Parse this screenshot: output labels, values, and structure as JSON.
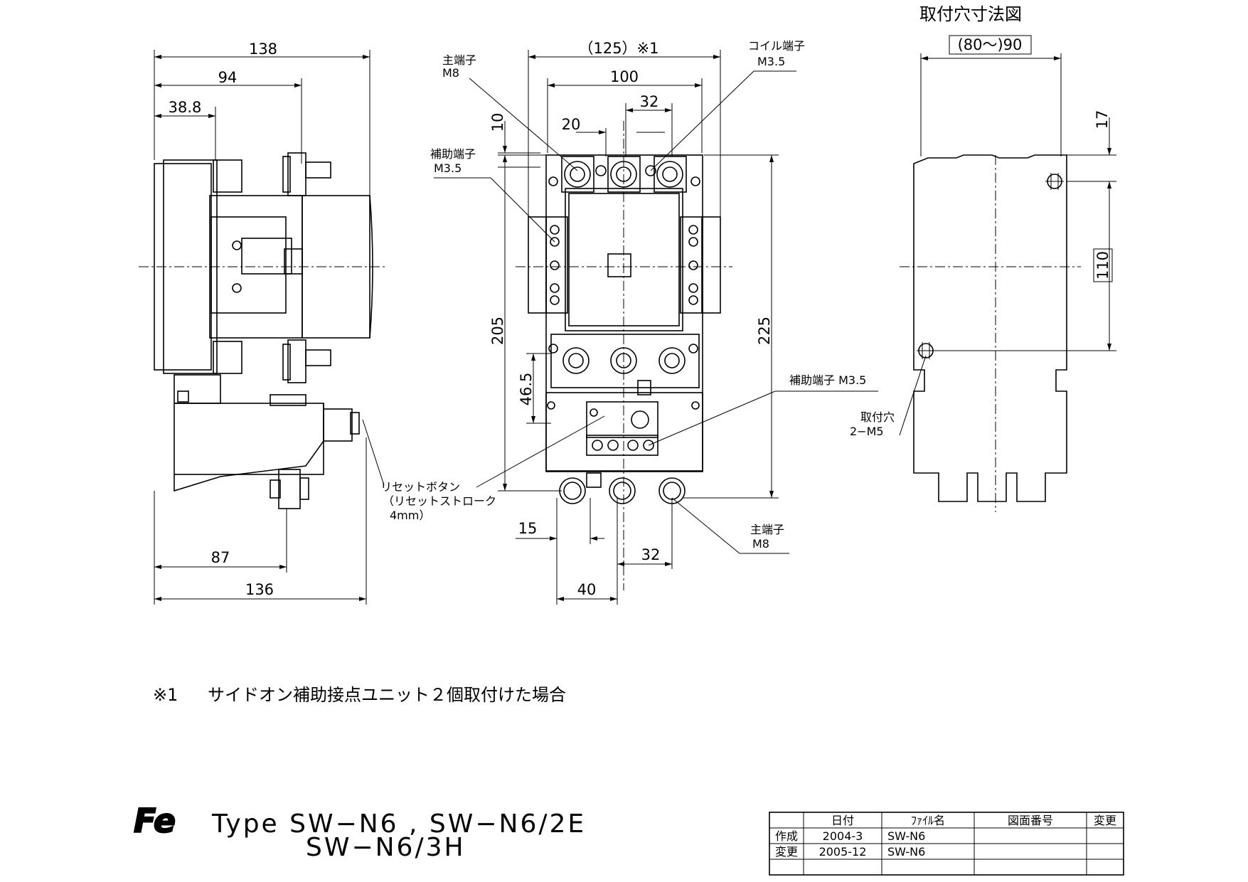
{
  "side_view": {
    "dims": {
      "overall_top": "138",
      "top_mid": "94",
      "top_left": "38.8",
      "bottom_mid": "87",
      "bottom_overall": "136"
    },
    "reset_button_label_1": "リセットボタン",
    "reset_button_label_2": "（リセットストローク",
    "reset_button_label_3": "4mm）"
  },
  "front_view": {
    "dims": {
      "width_with_aux": "（125）※1",
      "width": "100",
      "terminal_pitch_top": "32",
      "terminal_offset": "20",
      "top_offset": "10",
      "height_main": "205",
      "height_overall": "225",
      "lower_height": "46.5",
      "bottom_offset": "15",
      "bottom_pitch": "32",
      "bottom_width": "40"
    },
    "labels": {
      "main_terminal_top_1": "主端子",
      "main_terminal_top_2": "M8",
      "coil_terminal_1": "コイル端子",
      "coil_terminal_2": "M3.5",
      "aux_terminal_left_1": "補助端子",
      "aux_terminal_left_2": "M3.5",
      "aux_terminal_right": "補助端子 M3.5",
      "main_terminal_bottom_1": "主端子",
      "main_terminal_bottom_2": "M8"
    }
  },
  "mount_view": {
    "title": "取付穴寸法図",
    "dims": {
      "width": "(80～)90",
      "top_offset": "17",
      "hole_pitch": "110"
    },
    "hole_label_1": "取付穴",
    "hole_label_2": "2−M5"
  },
  "footnote": {
    "marker": "※1",
    "text": "サイドオン補助接点ユニット２個取付けた場合"
  },
  "product": {
    "logo": "Fe",
    "type_line_1": "Type  SW−N6 , SW−N6/2E",
    "type_line_2": "SW−N6/3H"
  },
  "title_block": {
    "headers": [
      "",
      "日付",
      "ﾌｧｲﾙ名",
      "図面番号",
      "変更"
    ],
    "rows": [
      [
        "作成",
        "2004-3",
        "SW-N6",
        "",
        ""
      ],
      [
        "変更",
        "2005-12",
        "SW-N6",
        "",
        ""
      ],
      [
        "",
        "",
        "",
        "",
        ""
      ]
    ]
  }
}
